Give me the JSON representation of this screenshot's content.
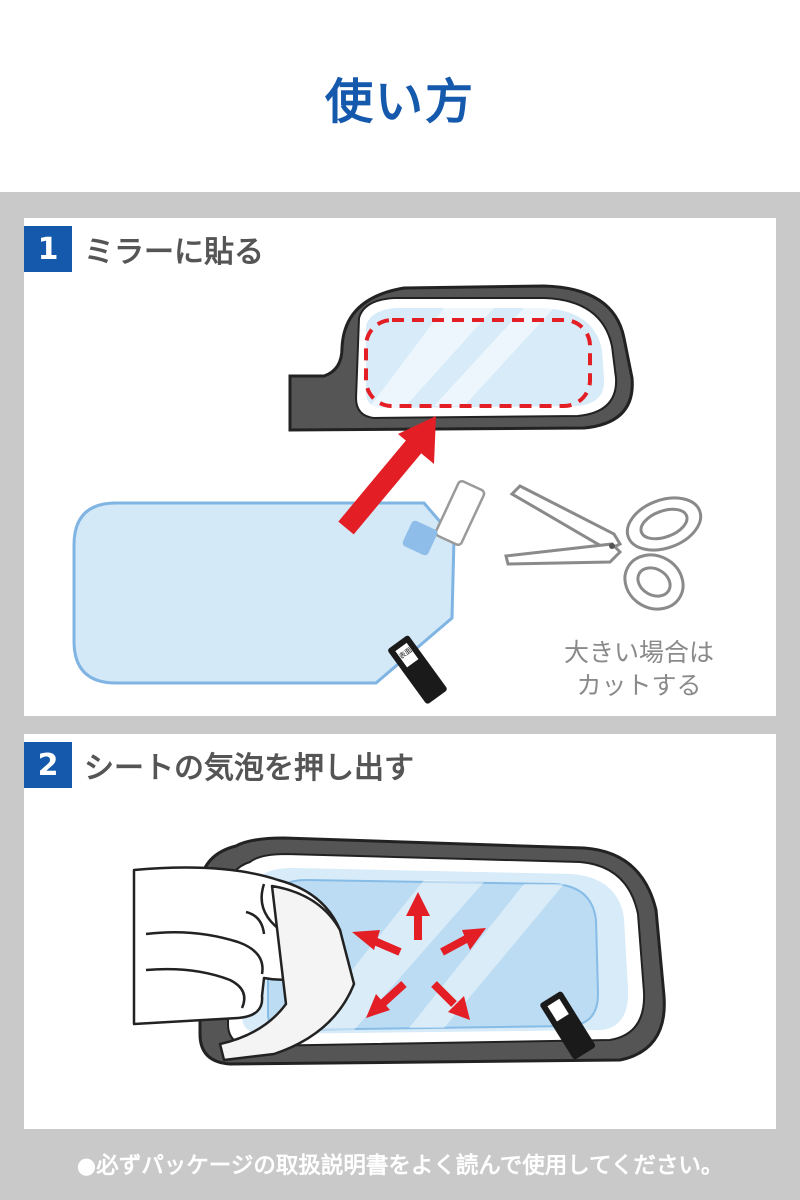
{
  "title": "使い方",
  "steps": [
    {
      "number": "1",
      "label": "ミラーに貼る"
    },
    {
      "number": "2",
      "label": "シートの気泡を押し出す"
    }
  ],
  "cut_note": {
    "line1": "大きい場合は",
    "line2": "カットする"
  },
  "sticker_label": "表面",
  "footnote": "●必ずパッケージの取扱説明書をよく読んで使用してください。",
  "colors": {
    "title_blue": "#1559ad",
    "panel_gray": "#c9c9c9",
    "arrow_red": "#e31e24",
    "film_blue": "#bcdcf3"
  },
  "icons": [
    "mirror-icon",
    "film-sheet-icon",
    "red-arrow-icon",
    "scissors-icon",
    "hand-icon"
  ]
}
